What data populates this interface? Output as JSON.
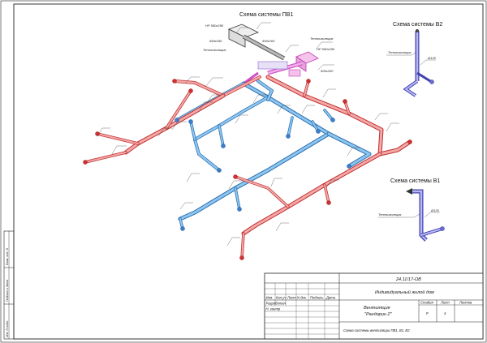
{
  "schemes": {
    "pv1": "Схема системы ПВ1",
    "b2": "Схема системы В2",
    "b1": "Схема системы В1"
  },
  "labels": {
    "pv1_ann_1": "НР 590х290",
    "pv1_ann_2": "590х290",
    "pv1_ann_3": "500х200",
    "pv1_ann_4": "Теплоизоляция",
    "pv1_ann_5": "Теплоизоляция",
    "pv1_ann_6": "НР 590х290",
    "pv1_ann_7": "500х200",
    "b2_ann": "Теплоизоляция",
    "b1_ann": "Теплоизоляция",
    "b2_branch": "Ø125",
    "b1_branch": "Ø125"
  },
  "stamp": {
    "code": "24.11/17-ОВ",
    "object": "Индивидуальный жилой дом",
    "section_line1": "Вентиляция",
    "section_line2": "\"Рандорин 2\"",
    "sheet_title": "Схема системы вентиляции ПВ1, В1, В2",
    "col_izm": "Изм.",
    "col_kol": "Кол.уч",
    "col_list": "Лист",
    "col_ndok": "N док.",
    "col_podp": "Подпись",
    "col_data": "Дата",
    "row_razrab": "Разработал",
    "row_nkontr": "Н. контр",
    "h_stadia": "Стадия",
    "h_list": "Лист",
    "h_listov": "Листов",
    "v_stadia": "Р",
    "v_list": "4"
  },
  "side_strip": {
    "cell_1": "Взам. инв. N",
    "cell_2": "Подпись и дата",
    "cell_3": "Инв. N подл."
  },
  "colors": {
    "supply": "#e26a6a",
    "supply_dark": "#c03030",
    "exhaust": "#5aa6e0",
    "exhaust_dark": "#2a6fb0",
    "exhaust_violet": "#6a6ad8",
    "magenta": "#d050c8",
    "frame": "#222222"
  }
}
